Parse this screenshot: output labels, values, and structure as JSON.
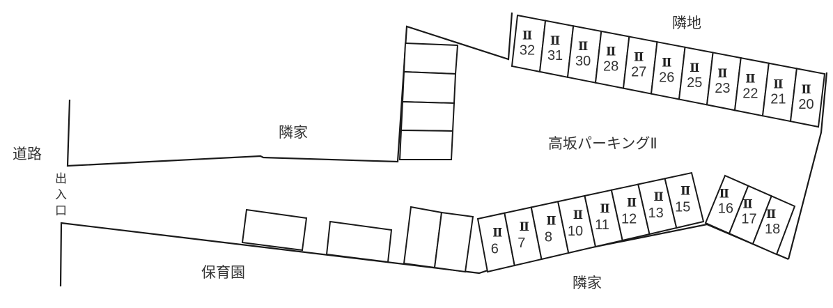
{
  "labels": {
    "road": "道路",
    "entrance": [
      "出",
      "入",
      "口"
    ],
    "neighbor_house_top": "隣家",
    "neighbor_land": "隣地",
    "lot_name": "高坂パーキングⅡ",
    "nursery": "保育園",
    "neighbor_house_bottom": "隣家"
  },
  "space_prefix": "Ⅱ",
  "rows": {
    "top": [
      "32",
      "31",
      "30",
      "28",
      "27",
      "26",
      "25",
      "23",
      "22",
      "21",
      "20"
    ],
    "bottom": [
      "6",
      "7",
      "8",
      "10",
      "11",
      "12",
      "13",
      "15"
    ],
    "right": [
      "16",
      "17",
      "18"
    ]
  },
  "colors": {
    "line": "#1a1a1a",
    "text": "#333333",
    "background": "#ffffff"
  }
}
